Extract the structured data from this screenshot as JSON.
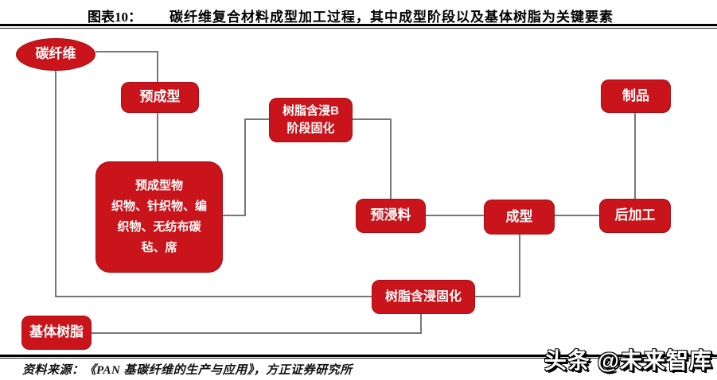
{
  "header": {
    "figure_label": "图表10：",
    "title": "碳纤维复合材料成型加工过程，其中成型阶段以及基体树脂为关键要素"
  },
  "colors": {
    "node_red": "#c8141a",
    "connector_gray": "#777777",
    "rule_black": "#000000"
  },
  "diagram": {
    "nodes": [
      {
        "id": "carbon-fiber",
        "shape": "ellipse",
        "label": "碳纤维"
      },
      {
        "id": "preform",
        "shape": "rounded-rect",
        "label": "预成型"
      },
      {
        "id": "resin-impregnation-b-stage-curing",
        "shape": "rounded-rect",
        "lines": [
          "树脂含浸B",
          "阶段固化"
        ]
      },
      {
        "id": "product",
        "shape": "rounded-rect",
        "label": "制品"
      },
      {
        "id": "preform-materials",
        "shape": "rounded-rect",
        "lines": [
          "预成型物",
          "织物、针织物、编",
          "织物、无纺布碳",
          "毡、席"
        ]
      },
      {
        "id": "prepreg",
        "shape": "rounded-rect",
        "label": "预浸料"
      },
      {
        "id": "molding",
        "shape": "rounded-rect",
        "label": "成型"
      },
      {
        "id": "post-processing",
        "shape": "rounded-rect",
        "label": "后加工"
      },
      {
        "id": "resin-impregnation-curing",
        "shape": "rounded-rect",
        "label": "树脂含浸固化"
      },
      {
        "id": "matrix-resin",
        "shape": "rounded-rect",
        "label": "基体树脂"
      }
    ],
    "edges": [
      {
        "from": "carbon-fiber",
        "to": "preform"
      },
      {
        "from": "preform",
        "to": "preform-materials"
      },
      {
        "from": "preform-materials",
        "to": "resin-impregnation-b-stage-curing"
      },
      {
        "from": "resin-impregnation-b-stage-curing",
        "to": "prepreg"
      },
      {
        "from": "prepreg",
        "to": "molding"
      },
      {
        "from": "molding",
        "to": "post-processing"
      },
      {
        "from": "post-processing",
        "to": "product"
      },
      {
        "from": "carbon-fiber",
        "to": "resin-impregnation-curing"
      },
      {
        "from": "resin-impregnation-curing",
        "to": "molding"
      },
      {
        "from": "matrix-resin",
        "to": "resin-impregnation-curing"
      }
    ]
  },
  "footer": {
    "source": "资料来源：《PAN 基碳纤维的生产与应用》，方正证券研究所"
  },
  "watermark": {
    "text": "头条 @未来智库"
  }
}
